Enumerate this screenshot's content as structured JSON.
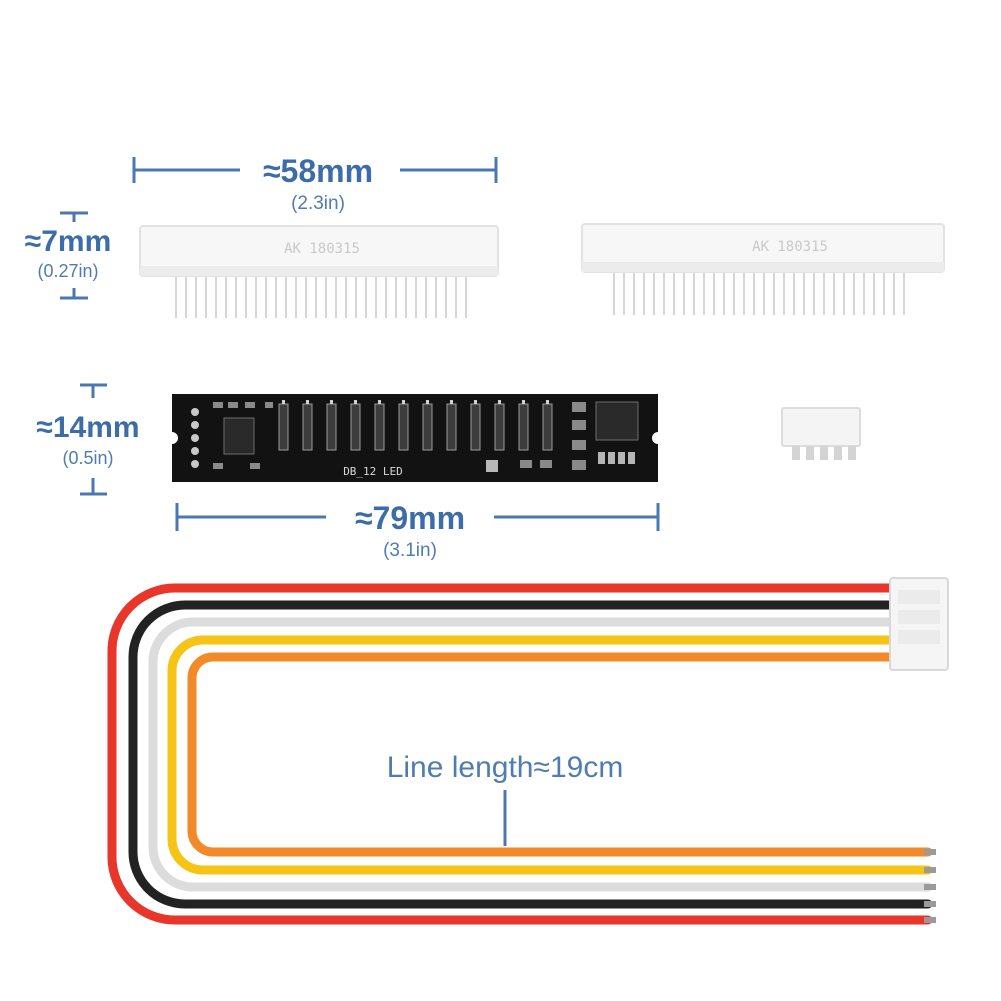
{
  "dimensions": {
    "connector_width": {
      "value": "≈58mm",
      "imperial": "(2.3in)"
    },
    "connector_height": {
      "value": "≈7mm",
      "imperial": "(0.27in)"
    },
    "board_height": {
      "value": "≈14mm",
      "imperial": "(0.5in)"
    },
    "board_width": {
      "value": "≈79mm",
      "imperial": "(3.1in)"
    }
  },
  "connector_label": "AK 180315",
  "board_silkscreen": "DB_12 LED",
  "cable": {
    "label": "Line length≈19cm"
  },
  "colors": {
    "accent": "#3d6da6",
    "wire_red": "#e8362b",
    "wire_black": "#222222",
    "wire_white": "#dcdcdc",
    "wire_yellow": "#f5c417",
    "wire_orange": "#f28a2a",
    "pcb": "#121212"
  }
}
